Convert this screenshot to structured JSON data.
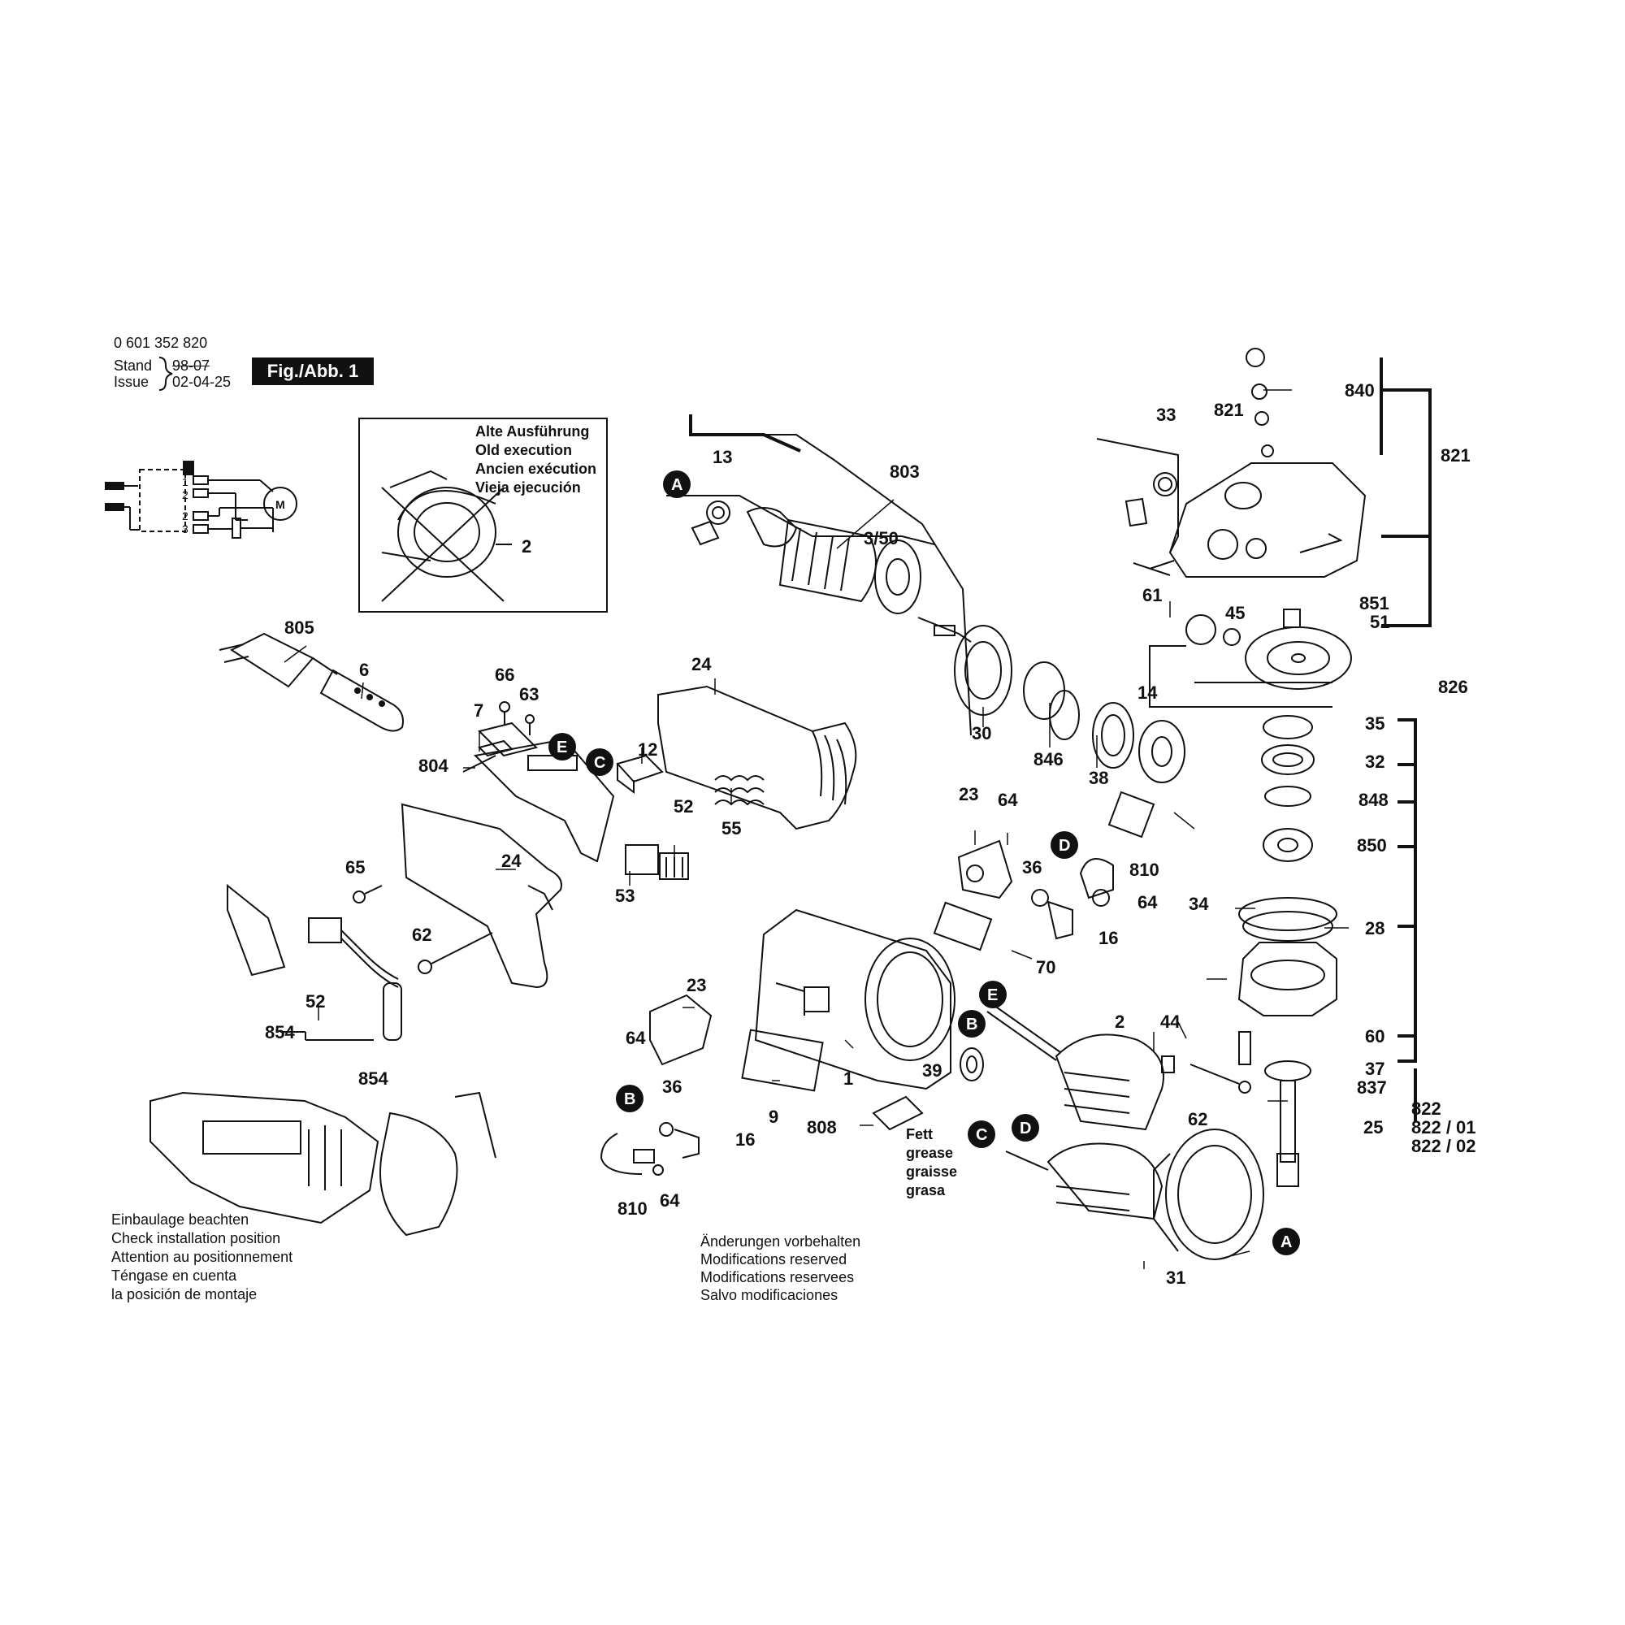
{
  "header": {
    "part_number": "0 601 352 820",
    "stand_label": "Stand",
    "stand_old_date": "98-07",
    "issue_label": "Issue",
    "issue_date": "02-04-25",
    "figure_label": "Fig./Abb. 1"
  },
  "old_execution_box": {
    "lines": [
      "Alte Ausführung",
      "Old execution",
      "Ancien exécution",
      "Vieja ejecución"
    ]
  },
  "wiring": {
    "terminals": [
      "1",
      "2",
      "2",
      "3"
    ],
    "motor_symbol": "M"
  },
  "callouts": [
    {
      "id": "805",
      "text": "805"
    },
    {
      "id": "6",
      "text": "6"
    },
    {
      "id": "66",
      "text": "66"
    },
    {
      "id": "63",
      "text": "63"
    },
    {
      "id": "7",
      "text": "7"
    },
    {
      "id": "804",
      "text": "804"
    },
    {
      "id": "12",
      "text": "12"
    },
    {
      "id": "52a",
      "text": "52"
    },
    {
      "id": "53",
      "text": "53"
    },
    {
      "id": "55",
      "text": "55"
    },
    {
      "id": "24a",
      "text": "24"
    },
    {
      "id": "24b",
      "text": "24"
    },
    {
      "id": "65",
      "text": "65"
    },
    {
      "id": "62a",
      "text": "62"
    },
    {
      "id": "52b",
      "text": "52"
    },
    {
      "id": "854a",
      "text": "854"
    },
    {
      "id": "854b",
      "text": "854"
    },
    {
      "id": "13",
      "text": "13"
    },
    {
      "id": "803",
      "text": "803"
    },
    {
      "id": "3/50",
      "text": "3/50"
    },
    {
      "id": "14",
      "text": "14"
    },
    {
      "id": "30",
      "text": "30"
    },
    {
      "id": "846",
      "text": "846"
    },
    {
      "id": "38",
      "text": "38"
    },
    {
      "id": "2a",
      "text": "2"
    },
    {
      "id": "23a",
      "text": "23"
    },
    {
      "id": "64a",
      "text": "64"
    },
    {
      "id": "36a",
      "text": "36"
    },
    {
      "id": "810a",
      "text": "810"
    },
    {
      "id": "64b",
      "text": "64"
    },
    {
      "id": "16a",
      "text": "16"
    },
    {
      "id": "70",
      "text": "70"
    },
    {
      "id": "23b",
      "text": "23"
    },
    {
      "id": "64c",
      "text": "64"
    },
    {
      "id": "36b",
      "text": "36"
    },
    {
      "id": "16b",
      "text": "16"
    },
    {
      "id": "9",
      "text": "9"
    },
    {
      "id": "1",
      "text": "1"
    },
    {
      "id": "808",
      "text": "808"
    },
    {
      "id": "810b",
      "text": "810"
    },
    {
      "id": "64d",
      "text": "64"
    },
    {
      "id": "39",
      "text": "39"
    },
    {
      "id": "2b",
      "text": "2"
    },
    {
      "id": "44",
      "text": "44"
    },
    {
      "id": "62b",
      "text": "62"
    },
    {
      "id": "31",
      "text": "31"
    },
    {
      "id": "33",
      "text": "33"
    },
    {
      "id": "821a",
      "text": "821"
    },
    {
      "id": "840",
      "text": "840"
    },
    {
      "id": "821b",
      "text": "821"
    },
    {
      "id": "61",
      "text": "61"
    },
    {
      "id": "45",
      "text": "45"
    },
    {
      "id": "851",
      "text": "851"
    },
    {
      "id": "51",
      "text": "51"
    },
    {
      "id": "826",
      "text": "826"
    },
    {
      "id": "35",
      "text": "35"
    },
    {
      "id": "32",
      "text": "32"
    },
    {
      "id": "848",
      "text": "848"
    },
    {
      "id": "850",
      "text": "850"
    },
    {
      "id": "34",
      "text": "34"
    },
    {
      "id": "28",
      "text": "28"
    },
    {
      "id": "60",
      "text": "60"
    },
    {
      "id": "37",
      "text": "37"
    },
    {
      "id": "837",
      "text": "837"
    },
    {
      "id": "822",
      "text": "822"
    },
    {
      "id": "822/01",
      "text": "822 / 01"
    },
    {
      "id": "822/02",
      "text": "822 / 02"
    },
    {
      "id": "25",
      "text": "25"
    }
  ],
  "markers": [
    {
      "id": "A1",
      "text": "A"
    },
    {
      "id": "A2",
      "text": "A"
    },
    {
      "id": "B1",
      "text": "B"
    },
    {
      "id": "B2",
      "text": "B"
    },
    {
      "id": "C1",
      "text": "C"
    },
    {
      "id": "C2",
      "text": "C"
    },
    {
      "id": "D1",
      "text": "D"
    },
    {
      "id": "D2",
      "text": "D"
    },
    {
      "id": "E1",
      "text": "E"
    },
    {
      "id": "E2",
      "text": "E"
    }
  ],
  "grease_note": [
    "Fett",
    "grease",
    "graisse",
    "grasa"
  ],
  "install_note": [
    "Einbaulage beachten",
    "Check installation position",
    "Attention au positionnement",
    "Téngase en cuenta",
    "la posición de montaje"
  ],
  "modifications_note": [
    "Änderungen vorbehalten",
    "Modifications reserved",
    "Modifications reservees",
    "Salvo modificaciones"
  ]
}
